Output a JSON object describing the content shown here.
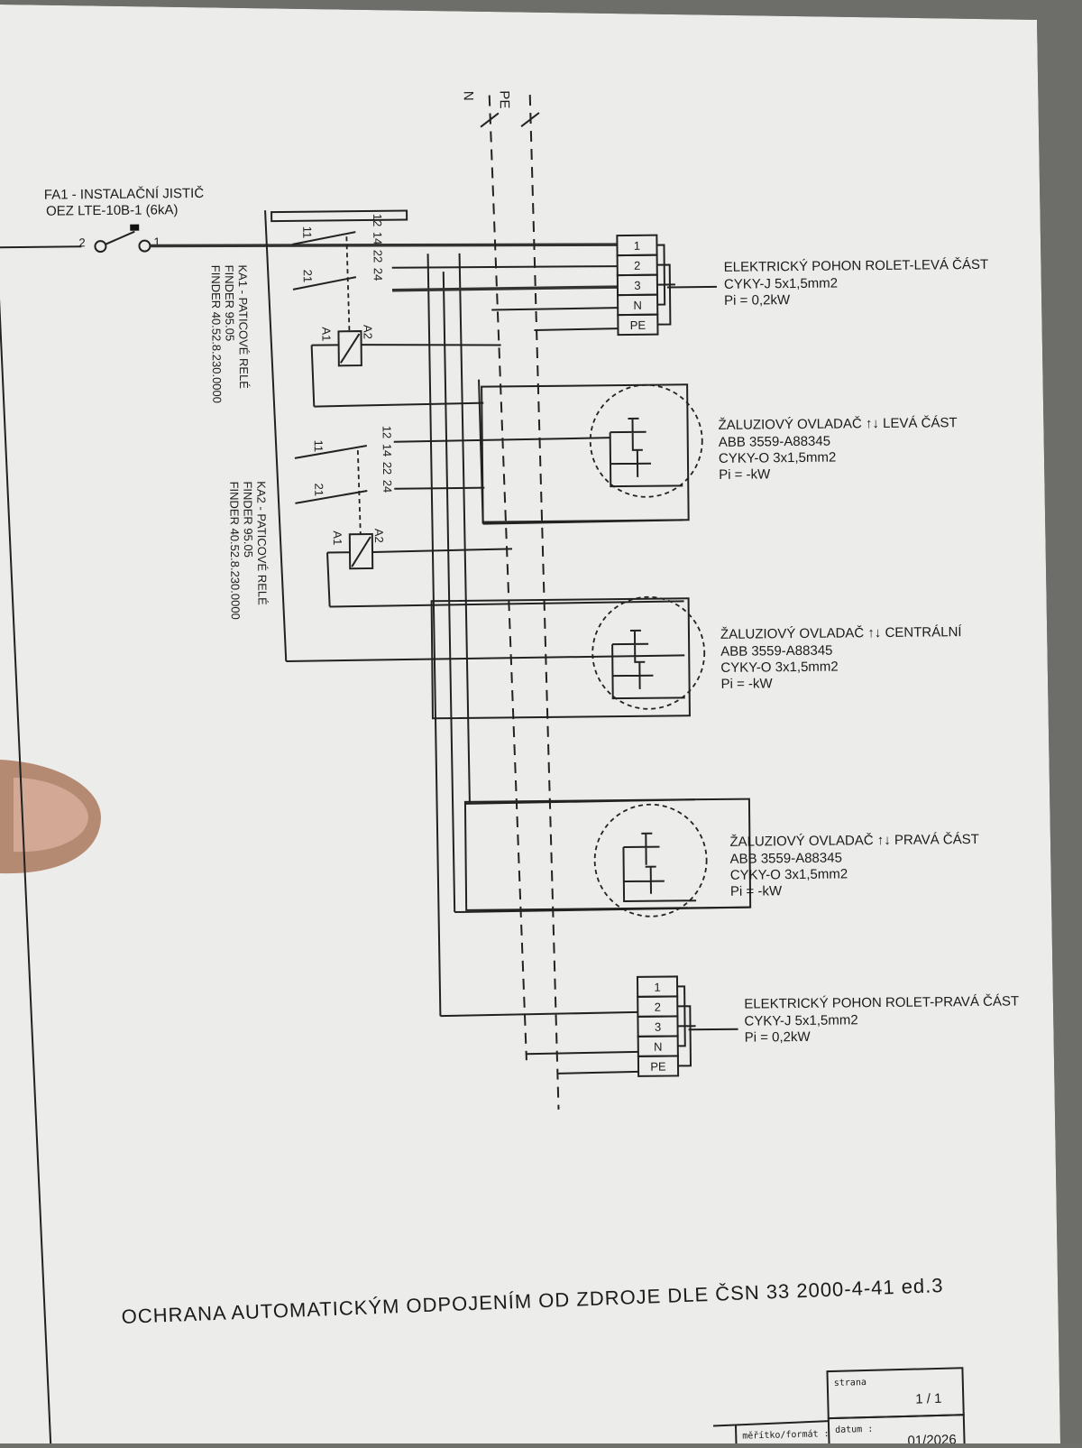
{
  "breaker": {
    "title": "FA1 - INSTALAČNÍ JISTIČ",
    "model": "OEZ LTE-10B-1 (6kA)",
    "pin1": "1",
    "pin2": "2"
  },
  "bus": {
    "n": "N",
    "pe": "PE"
  },
  "relays": [
    {
      "name": "KA1 - PATICOVÉ RELÉ",
      "line2": "FINDER 95.05",
      "line3": "FINDER 40.52.8.230.0000",
      "pins": [
        "11",
        "21",
        "12",
        "14",
        "22",
        "24",
        "A1",
        "A2"
      ]
    },
    {
      "name": "KA2 - PATICOVÉ RELÉ",
      "line2": "FINDER 95.05",
      "line3": "FINDER 40.52.8.230.0000",
      "pins": [
        "11",
        "21",
        "12",
        "14",
        "22",
        "24",
        "A1",
        "A2"
      ]
    }
  ],
  "terminals": [
    "1",
    "2",
    "3",
    "N",
    "PE"
  ],
  "devices": [
    {
      "title": "ELEKTRICKÝ POHON ROLET-LEVÁ ČÁST",
      "cable": "CYKY-J 5x1,5mm2",
      "power": "Pi = 0,2kW"
    },
    {
      "title": "ŽALUZIOVÝ OVLADAČ ↑↓ LEVÁ ČÁST",
      "model": "ABB 3559-A88345",
      "cable": "CYKY-O 3x1,5mm2",
      "power": "Pi = -kW"
    },
    {
      "title": "ŽALUZIOVÝ OVLADAČ ↑↓ CENTRÁLNÍ",
      "model": "ABB 3559-A88345",
      "cable": "CYKY-O 3x1,5mm2",
      "power": "Pi = -kW"
    },
    {
      "title": "ŽALUZIOVÝ OVLADAČ ↑↓ PRAVÁ ČÁST",
      "model": "ABB 3559-A88345",
      "cable": "CYKY-O 3x1,5mm2",
      "power": "Pi = -kW"
    },
    {
      "title": "ELEKTRICKÝ POHON ROLET-PRAVÁ ČÁST",
      "cable": "CYKY-J 5x1,5mm2",
      "power": "Pi = 0,2kW"
    }
  ],
  "footer": {
    "title": "OCHRANA AUTOMATICKÝM ODPOJENÍM OD ZDROJE DLE ČSN 33 2000-4-41 ed.3"
  },
  "titleblock": {
    "page_label": "strana",
    "page_value": "1 / 1",
    "scale_label": "měřítko/formát :",
    "date_label": "datum :",
    "date_value": "01/2026"
  }
}
